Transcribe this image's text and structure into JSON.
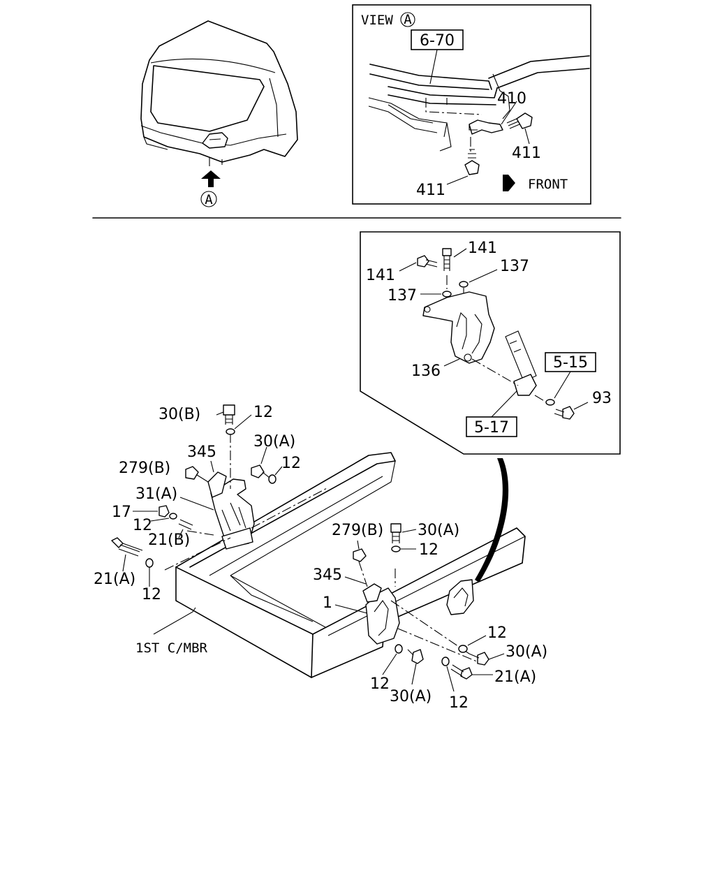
{
  "view_label": {
    "prefix": "VIEW",
    "letter": "A"
  },
  "view_marker": "A",
  "front_label": "FRONT",
  "member_label": "1ST C/MBR",
  "boxed_refs": [
    "6-70",
    "5-15",
    "5-17"
  ],
  "callouts": {
    "c410": "410",
    "c411a": "411",
    "c411b": "411",
    "c141a": "141",
    "c141b": "141",
    "c137a": "137",
    "c137b": "137",
    "c136": "136",
    "c93": "93",
    "c30b": "30(B)",
    "c12a": "12",
    "c345a": "345",
    "c30a1": "30(A)",
    "c12b": "12",
    "c279a": "279(B)",
    "c31a": "31(A)",
    "c17": "17",
    "c12c": "12",
    "c21b": "21(B)",
    "c21a1": "21(A)",
    "c12d": "12",
    "c279b": "279(B)",
    "c30a2": "30(A)",
    "c12e": "12",
    "c345b": "345",
    "c1": "1",
    "c12f": "12",
    "c30a3": "30(A)",
    "c12g": "12",
    "c30a4": "30(A)",
    "c21a2": "21(A)",
    "c12h": "12"
  }
}
